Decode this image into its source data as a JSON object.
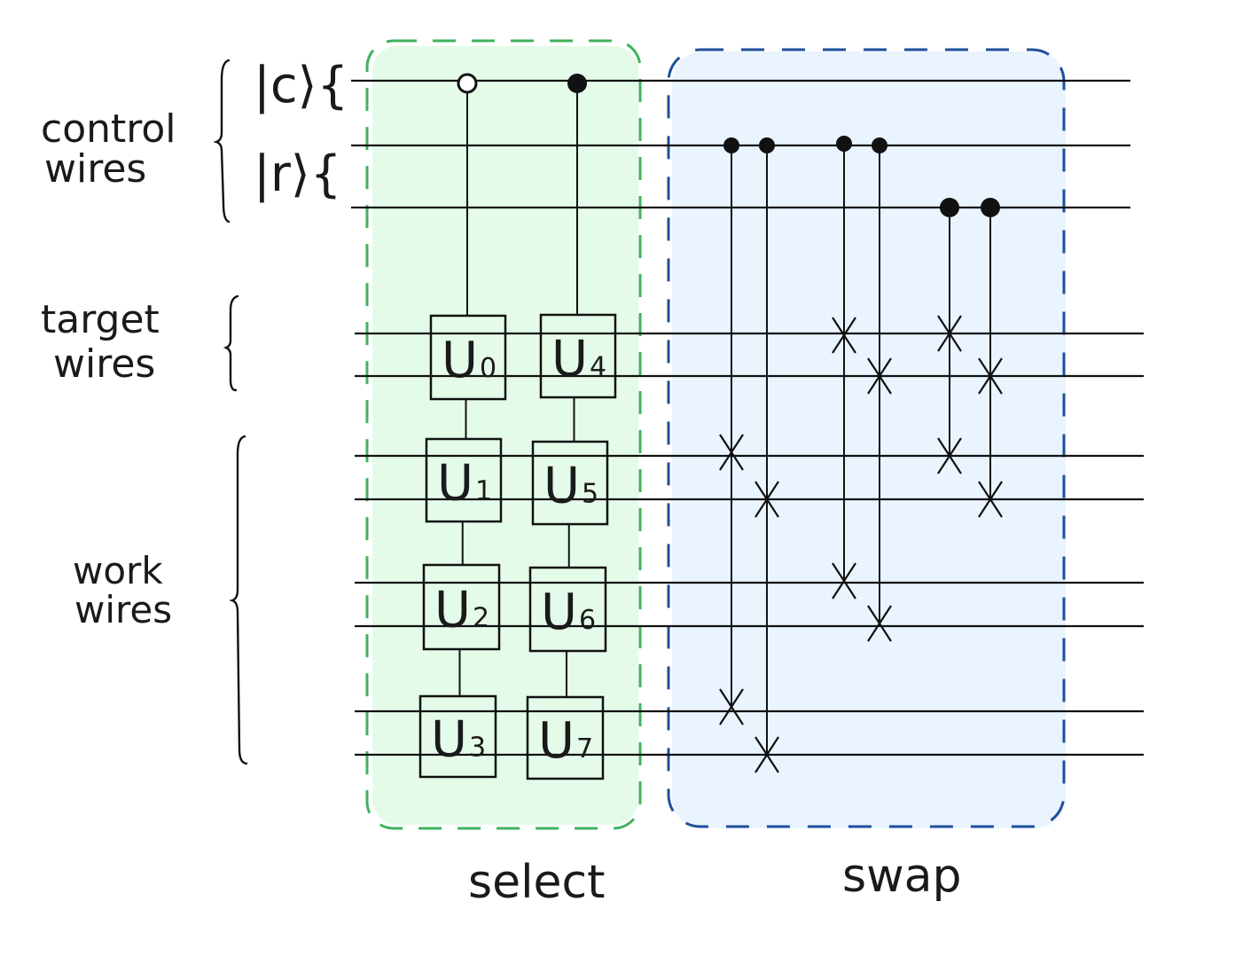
{
  "labels": {
    "control_line1": "control",
    "control_line2": "wires",
    "target_line1": "target",
    "target_line2": "wires",
    "work_line1": "work",
    "work_line2": "wires",
    "ket_c": "|c⟩{",
    "ket_r": "|r⟩{",
    "select": "select",
    "swap": "swap"
  },
  "gates": [
    {
      "base": "U",
      "index": "0"
    },
    {
      "base": "U",
      "index": "1"
    },
    {
      "base": "U",
      "index": "2"
    },
    {
      "base": "U",
      "index": "3"
    },
    {
      "base": "U",
      "index": "4"
    },
    {
      "base": "U",
      "index": "5"
    },
    {
      "base": "U",
      "index": "6"
    },
    {
      "base": "U",
      "index": "7"
    }
  ],
  "colors": {
    "select_fill": "#e5fbe9",
    "select_border": "#3fb35c",
    "swap_fill": "#eaf4fe",
    "swap_border": "#1f4f9d"
  }
}
